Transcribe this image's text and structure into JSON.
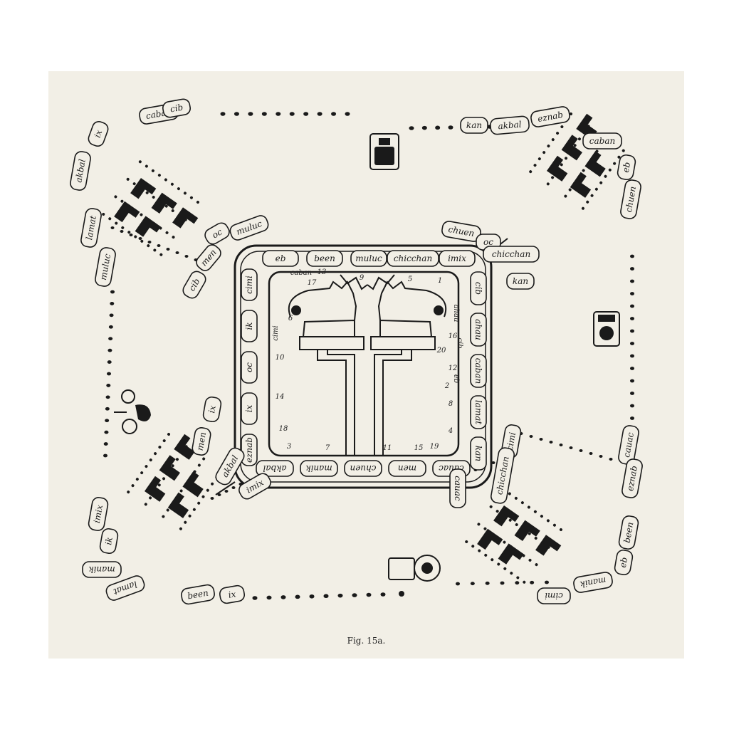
{
  "caption": "Fig. 15a.",
  "colors": {
    "paper": "#f2efe6",
    "ink": "#1a1a1a"
  },
  "center_frame": {
    "top": [
      "eb",
      "been",
      "muluc",
      "chicchan",
      "imix"
    ],
    "right": [
      "cib",
      "ahau",
      "caban",
      "lamat",
      "kan"
    ],
    "bottom": [
      "cauac",
      "men",
      "chuen",
      "manik",
      "akbal"
    ],
    "left": [
      "cimi",
      "ik",
      "oc",
      "ix",
      "eznab"
    ]
  },
  "center_numbers": [
    "13",
    "9",
    "5",
    "1",
    "17",
    "6",
    "10",
    "14",
    "18",
    "3",
    "7",
    "11",
    "15",
    "19",
    "4",
    "8",
    "12",
    "16",
    "2",
    "20"
  ],
  "center_small_labels": [
    "caban",
    "cimi",
    "ahau",
    "cib",
    "eb"
  ],
  "arm_labels": {
    "top_left": [
      "caban",
      "cib",
      "ix",
      "akbal",
      "lamat",
      "muluc",
      "oc",
      "muluc",
      "men",
      "cib"
    ],
    "top_right": [
      "kan",
      "akbal",
      "eznab",
      "caban",
      "eb",
      "chuen",
      "chuen",
      "oc",
      "chicchan",
      "kan"
    ],
    "bottom_left": [
      "ix",
      "men",
      "akbal",
      "imix",
      "imix",
      "ik",
      "manik",
      "lamat",
      "been",
      "ix"
    ],
    "bottom_right": [
      "cimi",
      "chicchan",
      "cauac",
      "cauac",
      "eznab",
      "been",
      "eb",
      "manik",
      "cimi"
    ]
  },
  "decor_icons": [
    "glyph-top-icon",
    "glyph-right-icon",
    "glyph-left-icon",
    "glyph-bottom-icon"
  ]
}
